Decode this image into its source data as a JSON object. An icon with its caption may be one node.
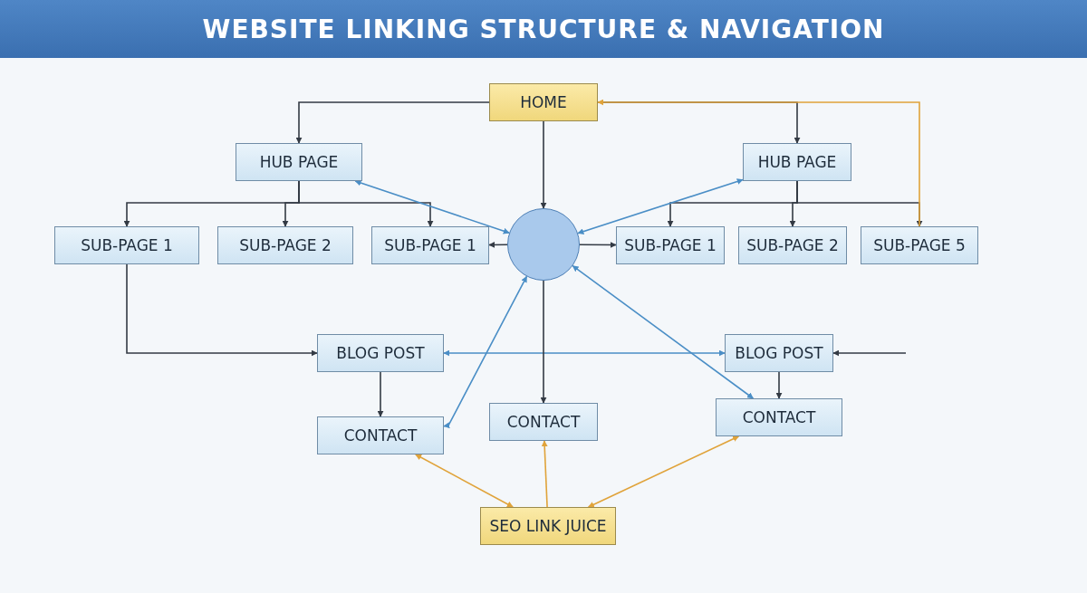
{
  "diagram": {
    "title": "WEBSITE LINKING STRUCTURE & NAVIGATION",
    "nodes": [
      {
        "text": [
          "HOME"
        ]
      },
      {
        "text": [
          "HUB PAGE"
        ]
      },
      {
        "text": [
          "HUB PAGE"
        ]
      },
      {
        "text": [
          "SUB-PAGE 1"
        ]
      },
      {
        "text": [
          "SUB-PAGE 2"
        ]
      },
      {
        "text": [
          "SUB-PAGE 1"
        ]
      },
      {
        "text": [],
        "shape": "circle"
      },
      {
        "text": [
          "SUB-PAGE 1"
        ]
      },
      {
        "text": [
          "SUB-PAGE 2"
        ]
      },
      {
        "text": [
          "SUB-PAGE 5"
        ]
      },
      {
        "text": [
          "BLOG POST"
        ]
      },
      {
        "text": [
          "BLOG POST"
        ]
      },
      {
        "text": [
          "CONTACT"
        ]
      },
      {
        "text": [
          "CONTACT"
        ]
      },
      {
        "text": [
          "CONTACT"
        ]
      },
      {
        "text": [
          "SEO LINK JUICE"
        ]
      }
    ],
    "edges": [
      {
        "from": 0,
        "to": 1,
        "arrow": "to"
      },
      {
        "from": 0,
        "to": 2,
        "arrow": "to"
      },
      {
        "from": 0,
        "to": 6,
        "arrow": "to"
      },
      {
        "from": 1,
        "to": 3,
        "arrow": "to"
      },
      {
        "from": 1,
        "to": 4,
        "arrow": "to"
      },
      {
        "from": 1,
        "to": 5,
        "arrow": "to"
      },
      {
        "from": 2,
        "to": 7,
        "arrow": "to"
      },
      {
        "from": 2,
        "to": 8,
        "arrow": "to"
      },
      {
        "from": 2,
        "to": 9,
        "arrow": "to"
      },
      {
        "from": 6,
        "to": 1,
        "arrow": "both",
        "color": "#4a8ec6"
      },
      {
        "from": 6,
        "to": 2,
        "arrow": "both",
        "color": "#4a8ec6"
      },
      {
        "from": 6,
        "to": 5,
        "arrow": "to"
      },
      {
        "from": 6,
        "to": 7,
        "arrow": "to"
      },
      {
        "from": 9,
        "to": 0,
        "arrow": "to",
        "color": "#e0a33a"
      },
      {
        "from": 3,
        "to": 10,
        "arrow": "to"
      },
      {
        "from": 10,
        "to": 11,
        "arrow": "both",
        "color": "#4a8ec6"
      },
      {
        "from": 10,
        "to": 12,
        "arrow": "to"
      },
      {
        "from": 6,
        "to": 12,
        "arrow": "both",
        "color": "#4a8ec6"
      },
      {
        "from": 6,
        "to": 13,
        "arrow": "to"
      },
      {
        "from": 6,
        "to": 14,
        "arrow": "both",
        "color": "#4a8ec6"
      },
      {
        "from": 11,
        "to": 14,
        "arrow": "to"
      },
      {
        "from": null,
        "to": 11,
        "arrow": "to"
      },
      {
        "from": 15,
        "to": 12,
        "arrow": "both",
        "color": "#e0a33a"
      },
      {
        "from": 15,
        "to": 13,
        "arrow": "to",
        "color": "#e0a33a"
      },
      {
        "from": 15,
        "to": 14,
        "arrow": "both",
        "color": "#e0a33a"
      }
    ]
  }
}
